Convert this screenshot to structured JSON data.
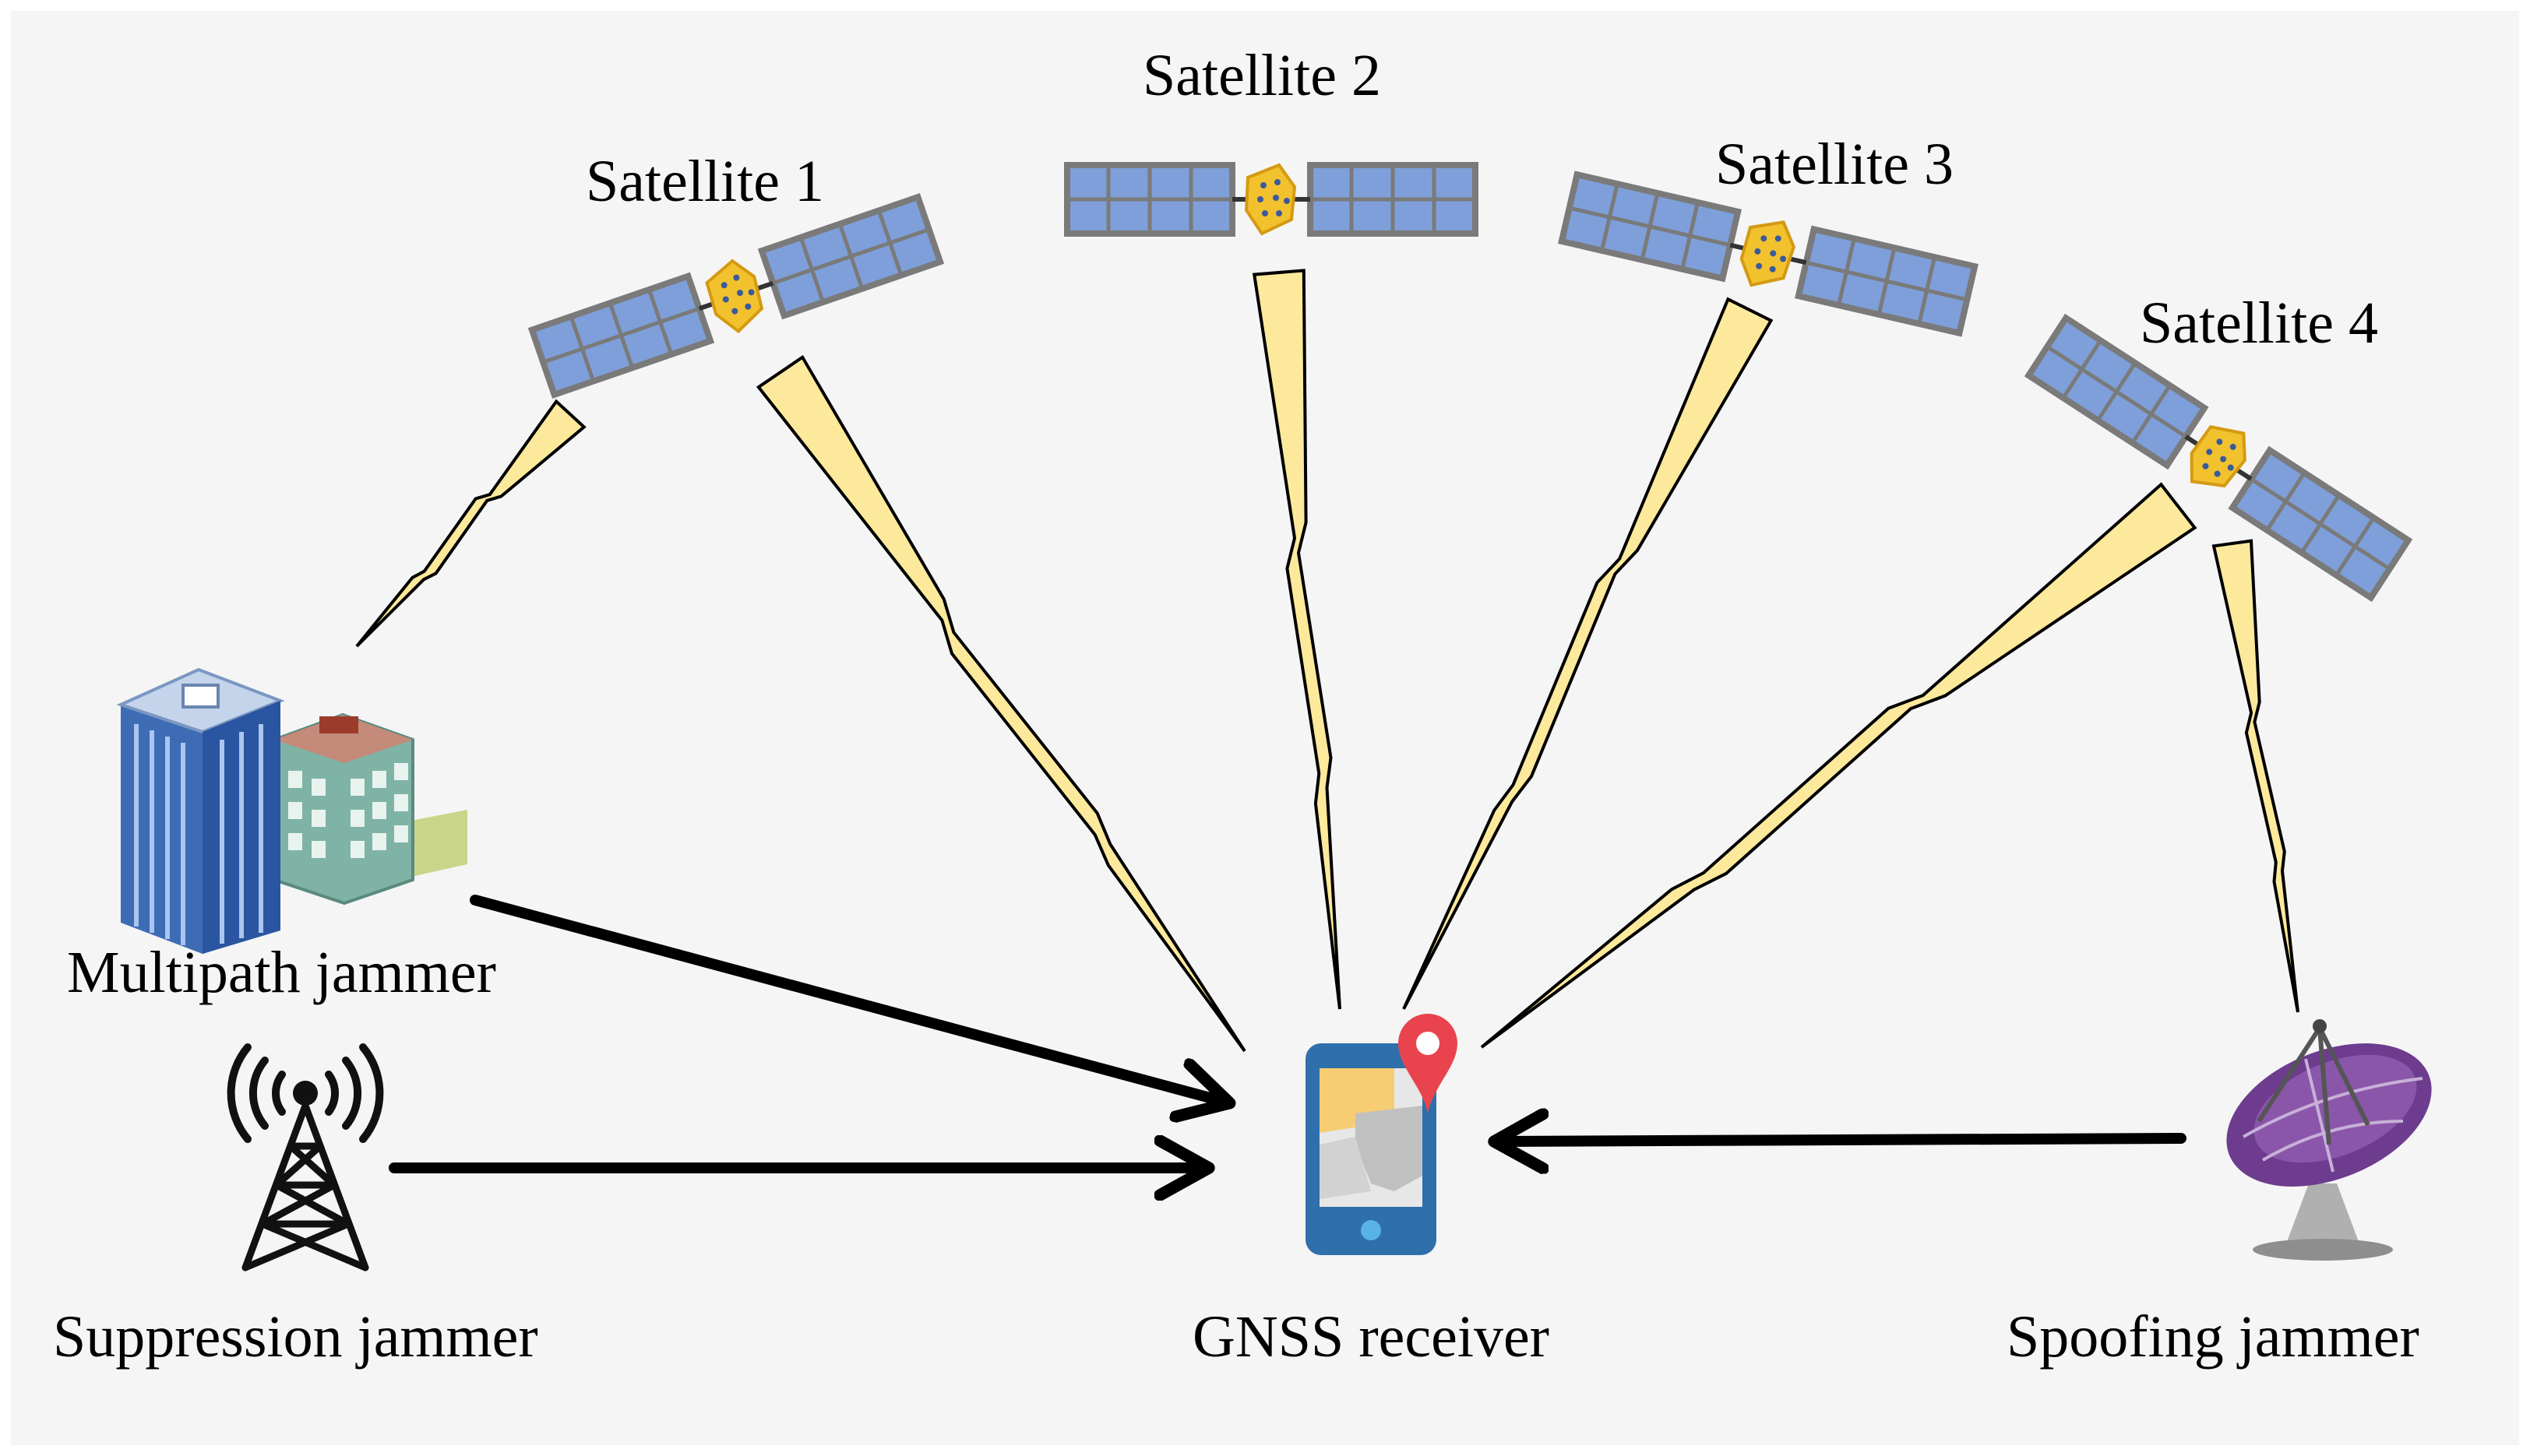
{
  "diagram": {
    "background_color": "#f5f5f5",
    "signal_color": "#fde99b",
    "signal_stroke": "#000000",
    "arrow_color": "#000000",
    "satellite_panel_color": "#7e9fd9",
    "satellite_frame_color": "#7a7a7a",
    "satellite_body_color": "#f2c12e",
    "satellites": [
      {
        "label": "Satellite 1",
        "icon": "satellite-icon"
      },
      {
        "label": "Satellite 2",
        "icon": "satellite-icon"
      },
      {
        "label": "Satellite 3",
        "icon": "satellite-icon"
      },
      {
        "label": "Satellite 4",
        "icon": "satellite-icon"
      }
    ],
    "nodes": {
      "multipath": {
        "label": "Multipath  jammer",
        "icon": "buildings-icon"
      },
      "suppression": {
        "label": "Suppression jammer",
        "icon": "radio-tower-icon"
      },
      "receiver": {
        "label": "GNSS receiver",
        "icon": "phone-location-pin-icon"
      },
      "spoofing": {
        "label": "Spoofing jammer",
        "icon": "satellite-dish-icon"
      }
    }
  }
}
